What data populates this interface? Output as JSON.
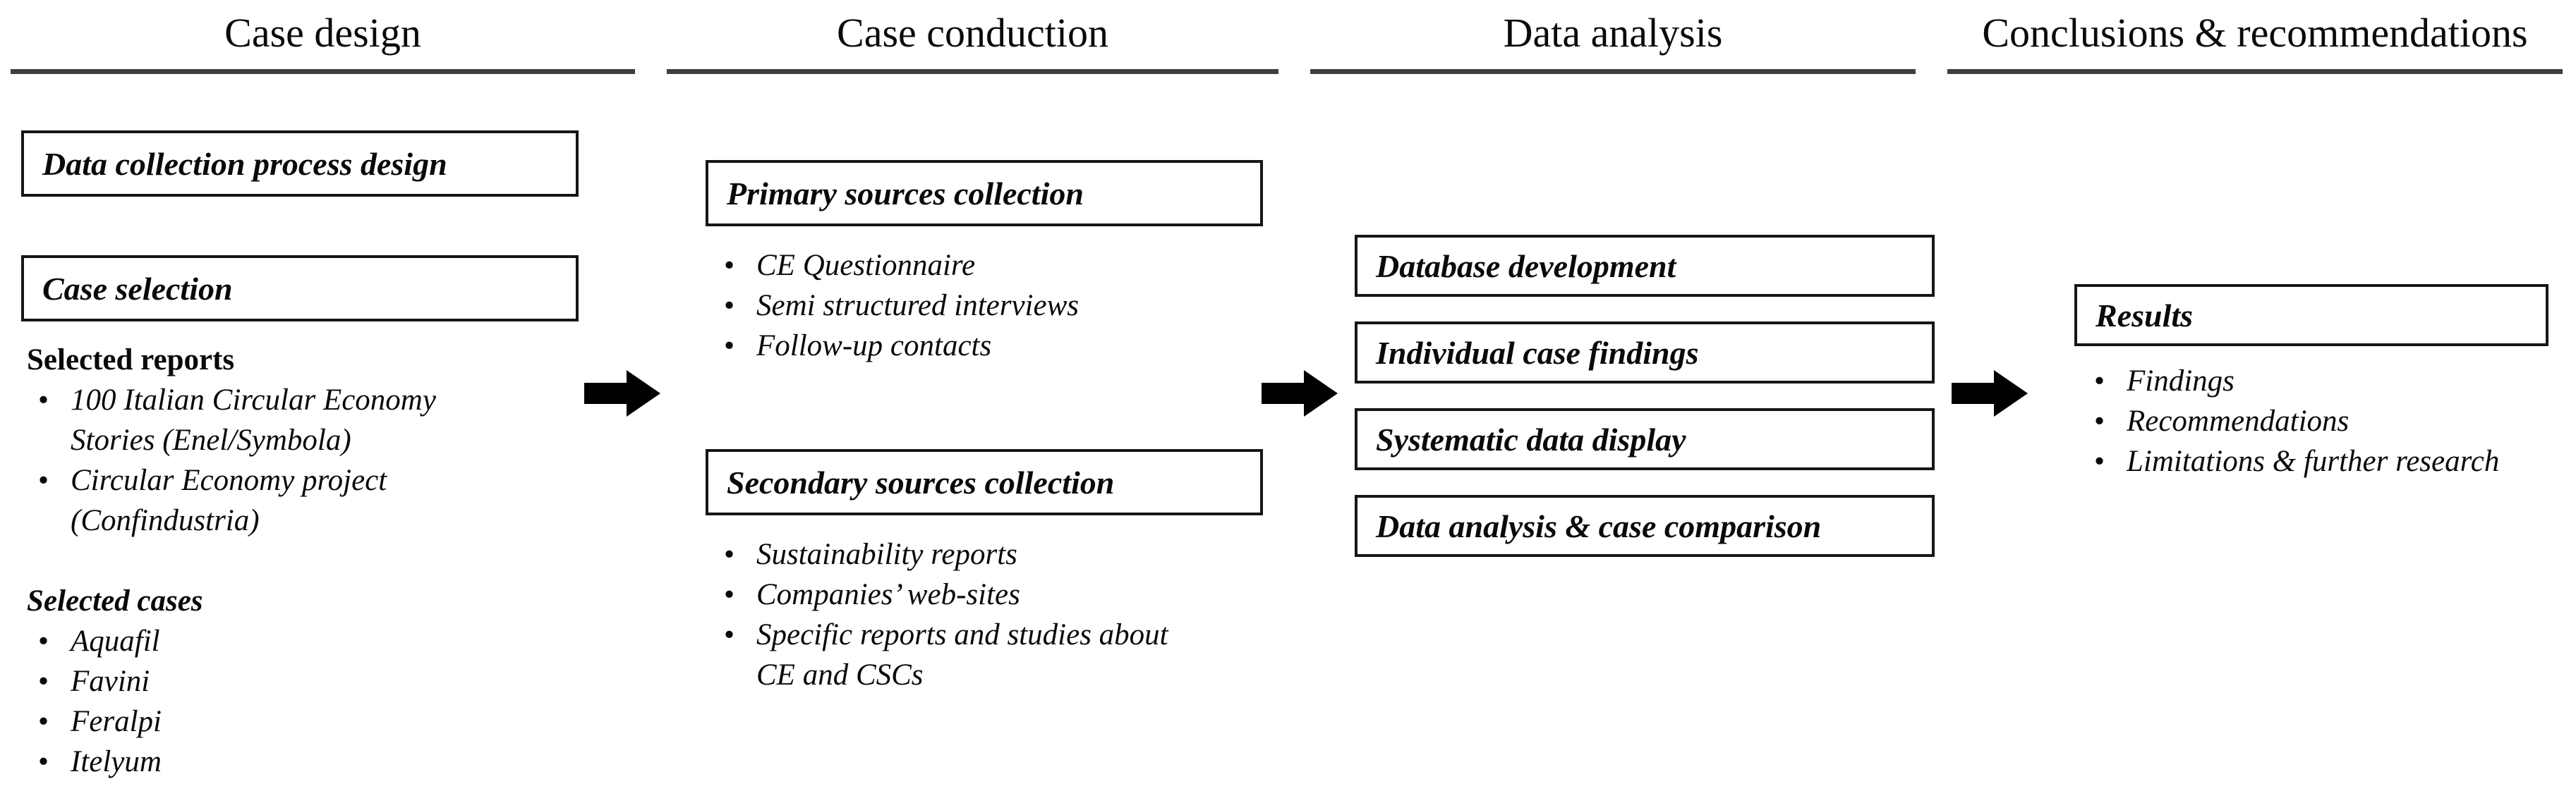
{
  "glyphs": {
    "bullet": "•"
  },
  "colors": {
    "background": "#ffffff",
    "text": "#0a0a0a",
    "rule": "#3f3f3f",
    "box_border": "#161616",
    "arrow": "#000000"
  },
  "columns": [
    {
      "header": "Case design",
      "box1": "Data collection process design",
      "box2": "Case selection",
      "sections": [
        {
          "heading": "Selected reports",
          "items": [
            "100 Italian Circular Economy Stories (Enel/Symbola)",
            "Circular Economy project (Confindustria)"
          ]
        },
        {
          "heading": "Selected cases",
          "items": [
            "Aquafil",
            "Favini",
            "Feralpi",
            "Itelyum"
          ]
        }
      ]
    },
    {
      "header": "Case conduction",
      "groups": [
        {
          "box": "Primary sources collection",
          "items": [
            "CE Questionnaire",
            "Semi structured interviews",
            "Follow-up contacts"
          ]
        },
        {
          "box": "Secondary sources collection",
          "items": [
            "Sustainability reports",
            "Companies’ web-sites",
            "Specific reports and studies about CE and CSCs"
          ]
        }
      ]
    },
    {
      "header": "Data analysis",
      "boxes": [
        "Database development",
        "Individual case findings",
        "Systematic data display",
        "Data analysis & case comparison"
      ]
    },
    {
      "header": "Conclusions & recommendations",
      "box": "Results",
      "items": [
        "Findings",
        "Recommendations",
        "Limitations & further research"
      ]
    }
  ]
}
